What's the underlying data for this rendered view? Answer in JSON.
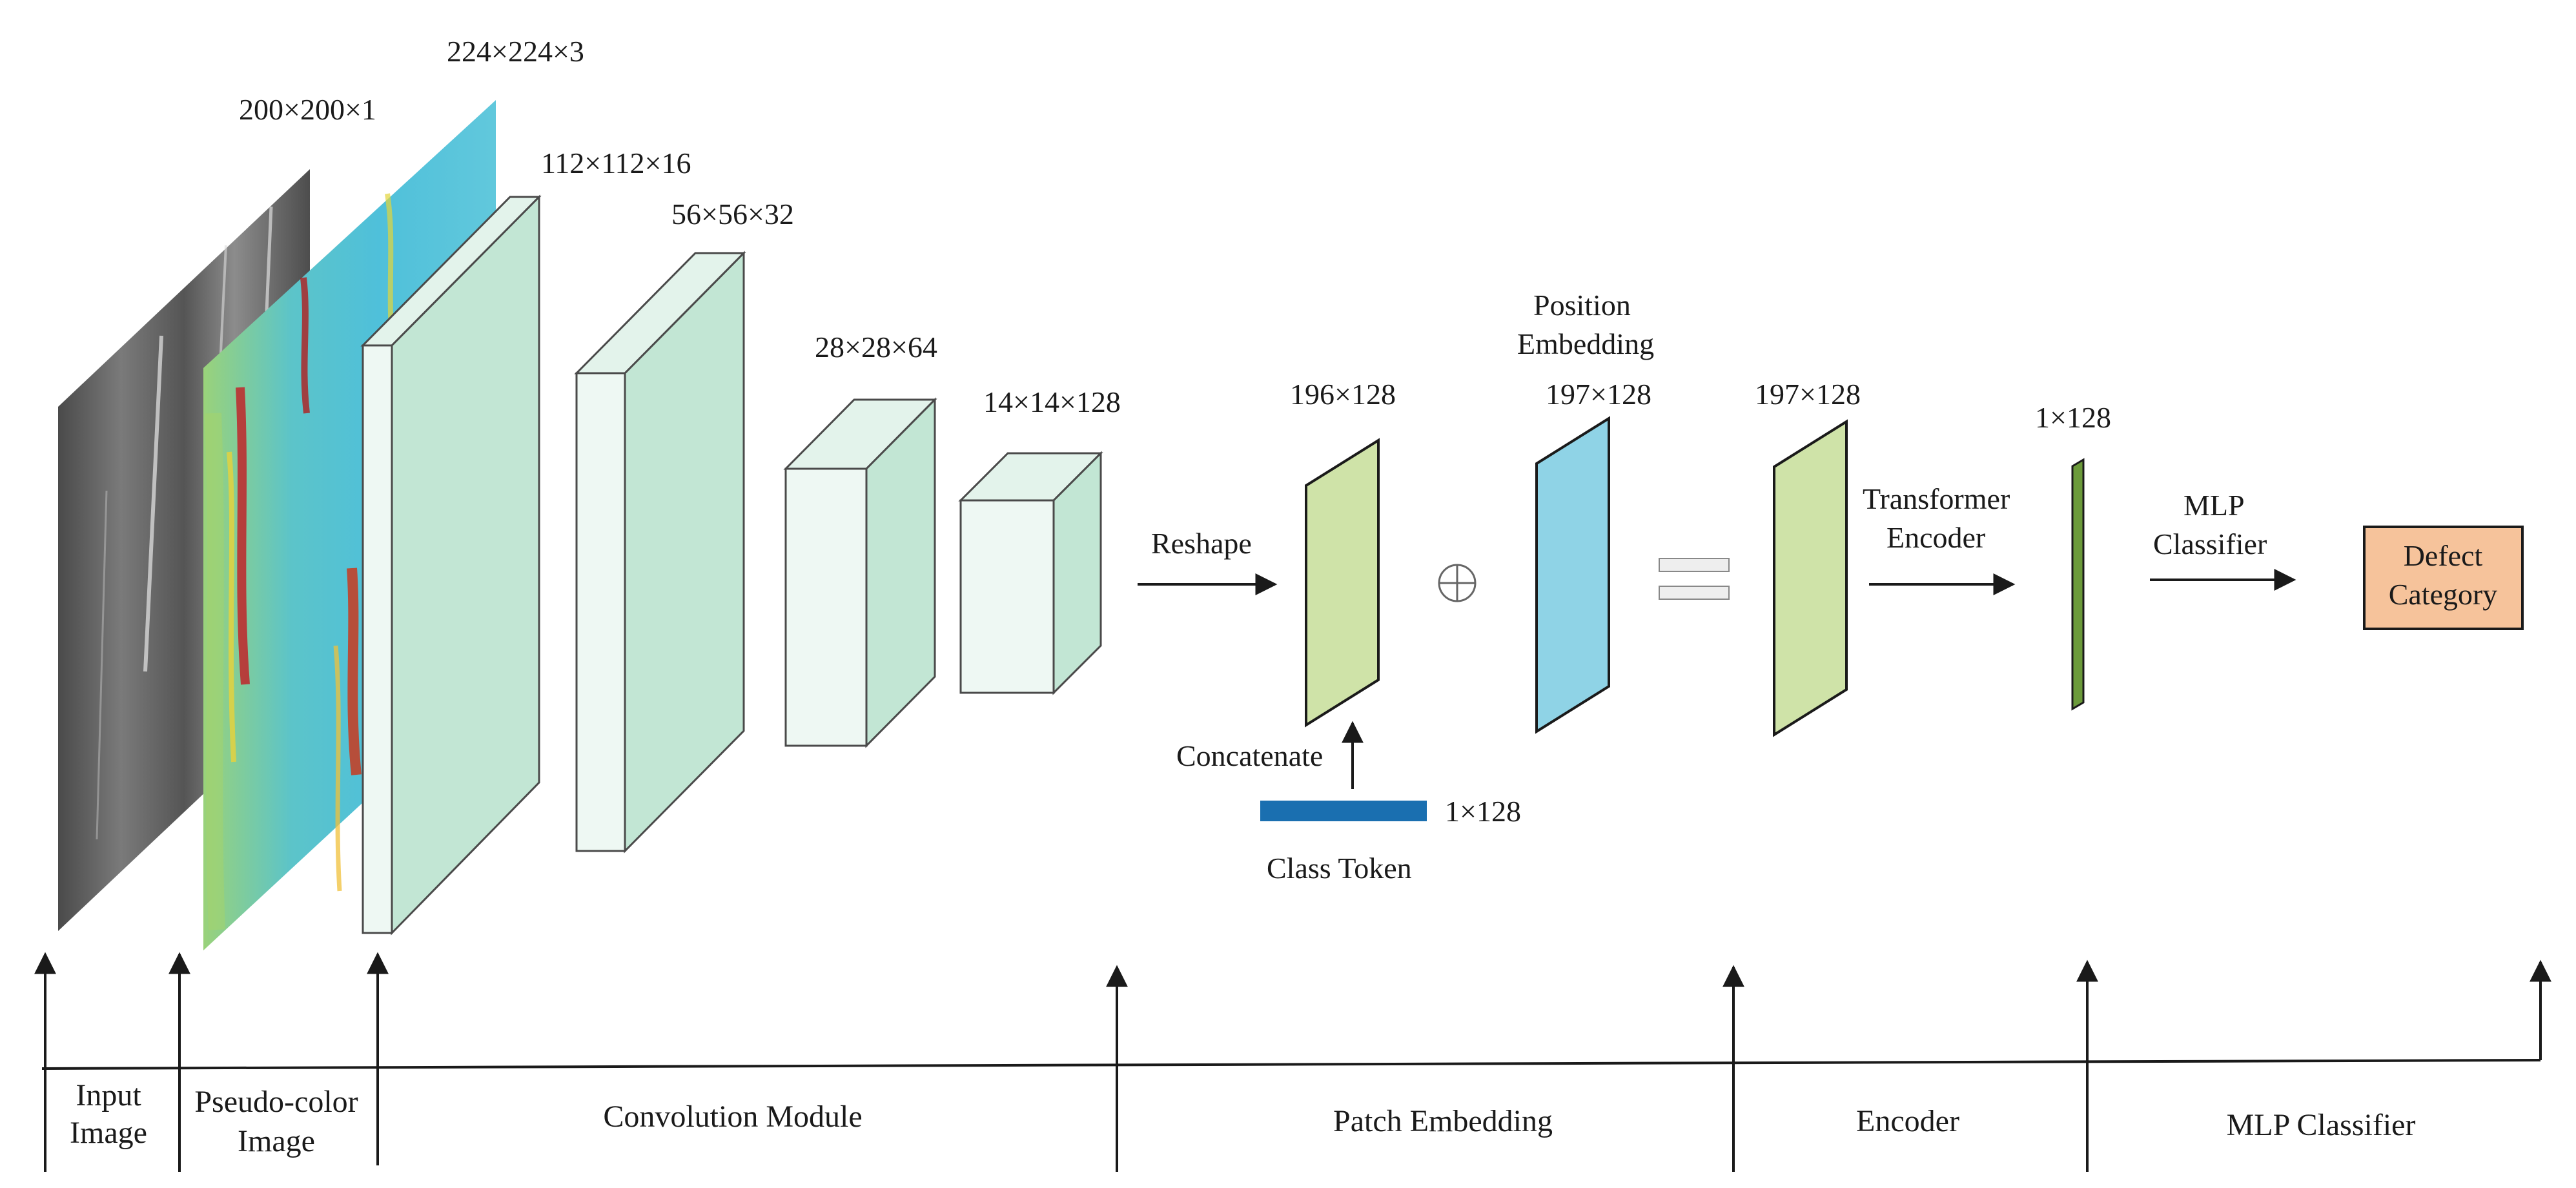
{
  "dimensions": {
    "input_image": "200×200×1",
    "pseudo_color": "224×224×3",
    "conv1": "112×112×16",
    "conv2": "56×56×32",
    "conv3": "28×28×64",
    "conv4": "14×14×128",
    "patches": "196×128",
    "position_embedding": "197×128",
    "encoder_input": "197×128",
    "encoder_output": "1×128",
    "class_token": "1×128"
  },
  "labels": {
    "reshape": "Reshape",
    "position_embedding_line1": "Position",
    "position_embedding_line2": "Embedding",
    "concatenate": "Concatenate",
    "class_token": "Class Token",
    "transformer_line1": "Transformer",
    "transformer_line2": "Encoder",
    "mlp_line1": "MLP",
    "mlp_line2": "Classifier",
    "output_line1": "Defect",
    "output_line2": "Category",
    "plus_symbol": "⊕"
  },
  "sections": {
    "input_line1": "Input",
    "input_line2": "Image",
    "pseudo_line1": "Pseudo-color",
    "pseudo_line2": "Image",
    "convolution": "Convolution Module",
    "patch_embedding": "Patch Embedding",
    "encoder": "Encoder",
    "mlp_classifier": "MLP Classifier"
  },
  "colors": {
    "conv_face": "#c2e6d4",
    "conv_front": "#eef8f3",
    "patch_fill": "#cfe3a8",
    "position_fill": "#8fd3e6",
    "class_token": "#1a6fb0",
    "encoder_out": "#6b9a3a",
    "output_box": "#f6c39b",
    "gray_image": "#5f5f5f",
    "pseudo_base": "#57c3d8"
  }
}
